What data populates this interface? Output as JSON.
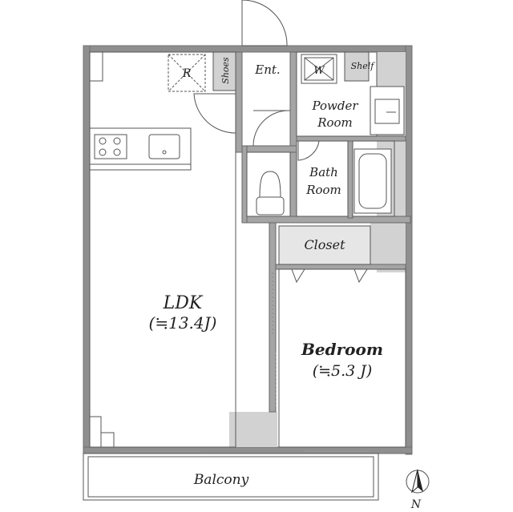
{
  "rooms": {
    "ldk_name": "LDK",
    "ldk_size": "(≒13.4J)",
    "bedroom_name": "Bedroom",
    "bedroom_size": "(≒5.3 J)",
    "bath_line1": "Bath",
    "bath_line2": "Room",
    "powder_line1": "Powder",
    "powder_line2": "Room",
    "closet": "Closet",
    "balcony": "Balcony",
    "entrance": "Ent.",
    "shoes": "Shoes",
    "shelf": "Shelf",
    "refrigerator": "R",
    "washer": "W"
  },
  "compass": {
    "north": "N"
  },
  "colors": {
    "wall": "#8f8f8f",
    "wall_dark": "#6f6f6f",
    "fill": "#d2d2d2",
    "line": "#555555"
  }
}
